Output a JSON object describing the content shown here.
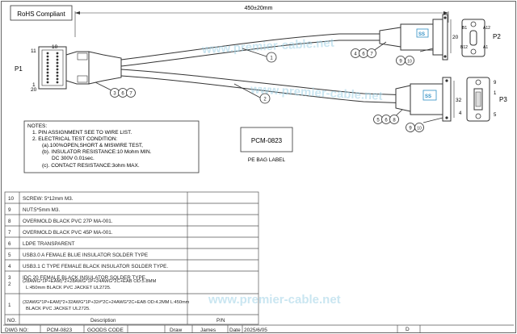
{
  "rohs_label": "RoHS Compliant",
  "dimension_label": "450±20mm",
  "watermark": "www.premier-cable.net",
  "p1": {
    "label": "P1",
    "pin_11": "11",
    "pin_10": "10",
    "pin_1": "1",
    "pin_20": "20"
  },
  "p2": {
    "label": "P2",
    "dim": "20",
    "a12": "A12",
    "b1": "B1",
    "b12": "B12",
    "a1": "A1",
    "usb_logo": "SS"
  },
  "p3": {
    "label": "P3",
    "dim": "32",
    "pin_9": "9",
    "pin_1": "1",
    "pin_4": "4",
    "pin_5": "5",
    "usb_logo": "SS"
  },
  "balloons": {
    "cable_top": "1",
    "cable_bottom": "2",
    "p1_b3": "3",
    "p1_b6": "6",
    "p1_b7": "7",
    "p2_b4": "4",
    "p2_b6": "6",
    "p2_b7": "7",
    "p2_b9": "9",
    "p2_b10": "10",
    "p3_b5": "5",
    "p3_b6": "6",
    "p3_b8": "8",
    "p3_b9": "9",
    "p3_b10": "10"
  },
  "notes": {
    "title": "NOTES:",
    "lines": [
      "1. PIN ASSIGNMENT SEE TO WIRE LIST.",
      "2. ELECTRICAL TEST CONDITION:",
      "(a).100%OPEN,SHORT & MISWIRE TEST,",
      "(b). INSULATOR RESISTANCE:10 Mohm MIN.",
      "DC 300V 0.01sec.",
      "(c). CONTACT RESISTANCE:3ohm MAX."
    ]
  },
  "part_number": "PCM-0823",
  "bag_label": "PE BAG LABEL",
  "bom": {
    "header": {
      "no": "NO.",
      "description": "Description",
      "pn": "P/N"
    },
    "rows": [
      {
        "no": "10",
        "description": "SCREW: 5*12mm M3."
      },
      {
        "no": "9",
        "description": "NUT:5*5mm M3."
      },
      {
        "no": "8",
        "description": "OVERMOLD BLACK PVC 27P MA-001."
      },
      {
        "no": "7",
        "description": "OVERMOLD BLACK PVC 45P MA-001."
      },
      {
        "no": "6",
        "description": "LDPE TRANSPARENT"
      },
      {
        "no": "5",
        "description": "USB3.0 A  FEMALE BLUE INSULATOR SOLDER TYPE"
      },
      {
        "no": "4",
        "description": "USB3.1 C TYPE FEMALE BLACK INSULATOR SOLDER TYPE."
      },
      {
        "no": "3",
        "description": "IDC 20 FEMALE BLACK INSULATOR SOLDER TYPE."
      },
      {
        "no": "2",
        "description": "(28AWG*1P+EAM)*2+28AWG*1P+24AWG*2C+EAB  OD:5.8MM",
        "description2": "L:450mm  BLACK PVC JACKET UL2725."
      },
      {
        "no": "1",
        "description": "(32AWG*1P+EAM)*2+32AWG*1P+32#*2C+24AWG*2C+EAB  OD:4.2MM   L:450mm",
        "description2": "BLACK PVC JACKET UL2725."
      }
    ]
  },
  "title_block": {
    "dwg_no_label": "DWG NO:",
    "dwg_no": "PCM-0823",
    "goods_code_label": "GOODS CODE",
    "draw_label": "Draw",
    "drawer": "James",
    "date_label": "Date",
    "date": "2025/6/05",
    "rev": "D"
  },
  "colors": {
    "line": "#333333",
    "watermark": "#9fd1e6",
    "usb_blue": "#2f8fc4",
    "frame": "#555555"
  }
}
